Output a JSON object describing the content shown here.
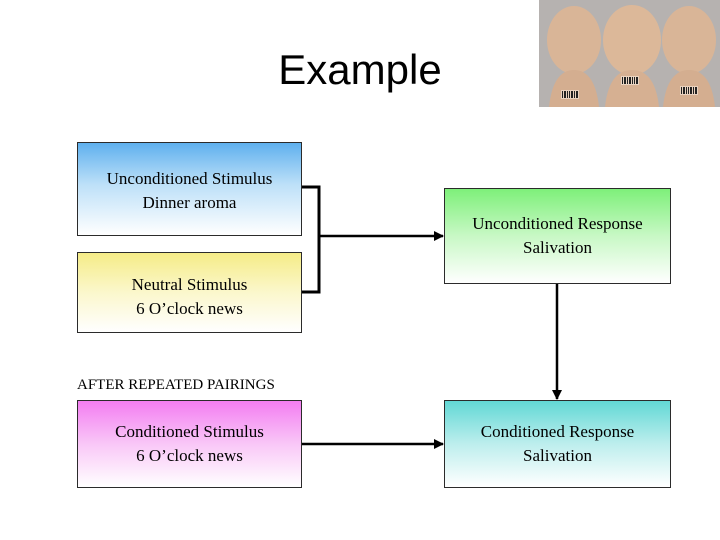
{
  "slide": {
    "title": "Example",
    "after_label": "AFTER REPEATED PAIRINGS"
  },
  "boxes": {
    "unconditioned_stimulus": {
      "line1": "Unconditioned Stimulus",
      "line2": "Dinner aroma"
    },
    "neutral_stimulus": {
      "line1": "Neutral Stimulus",
      "line2": "6 O’clock news"
    },
    "unconditioned_response": {
      "line1": "Unconditioned Response",
      "line2": "Salivation"
    },
    "conditioned_stimulus": {
      "line1": "Conditioned Stimulus",
      "line2": "6 O’clock news"
    },
    "conditioned_response": {
      "line1": "Conditioned Response",
      "line2": "Salivation"
    }
  },
  "photo": {
    "description_icon": "barcoded-heads-photo",
    "barcode_labels": [
      "",
      "",
      ""
    ]
  },
  "colors": {
    "us": "#5fb0ee",
    "ns": "#f5ec87",
    "ur": "#7ef07a",
    "cs": "#f37df1",
    "cr": "#62d8d5"
  }
}
